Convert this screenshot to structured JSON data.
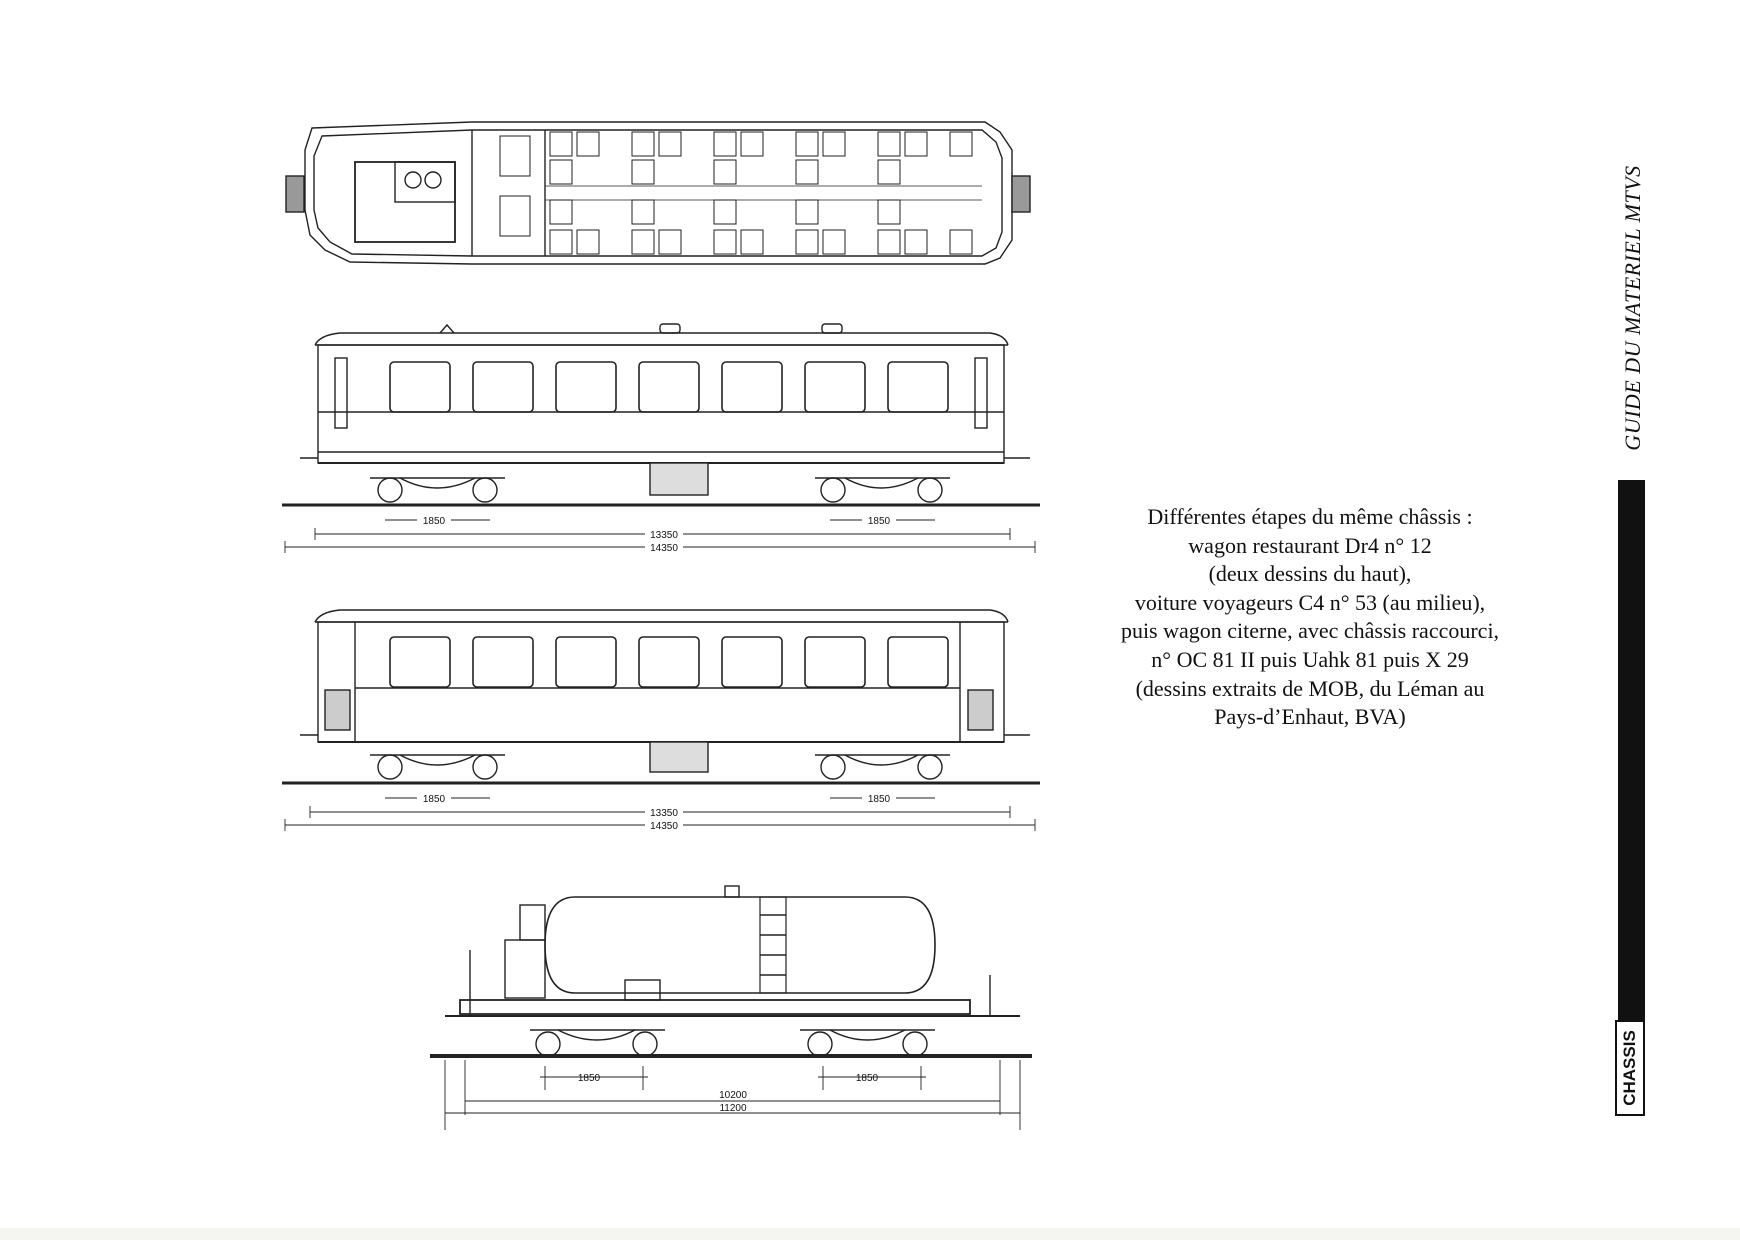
{
  "caption": {
    "lines": [
      "Différentes étapes du même châssis :",
      "wagon restaurant Dr4 n° 12",
      "(deux dessins du haut),",
      "voiture voyageurs C4 n° 53 (au milieu),",
      "puis wagon citerne, avec châssis raccourci,",
      "n° OC 81 II puis Uahk 81 puis X 29",
      "(dessins extraits de MOB, du Léman au",
      "Pays-d’Enhaut, BVA)"
    ]
  },
  "sidebar": {
    "title": "GUIDE DU MATERIEL MTVS",
    "section": "CHASSIS"
  },
  "drawings": {
    "dr4_side": {
      "bogie_left": "1850",
      "bogie_right": "1850",
      "body_length": "13350",
      "total_length": "14350"
    },
    "c4_side": {
      "bogie_left": "1850",
      "bogie_right": "1850",
      "body_length": "13350",
      "total_length": "14350"
    },
    "tank_wagon": {
      "bogie_left": "1850",
      "bogie_right": "1850",
      "body_length": "10200",
      "total_length": "11200"
    }
  }
}
